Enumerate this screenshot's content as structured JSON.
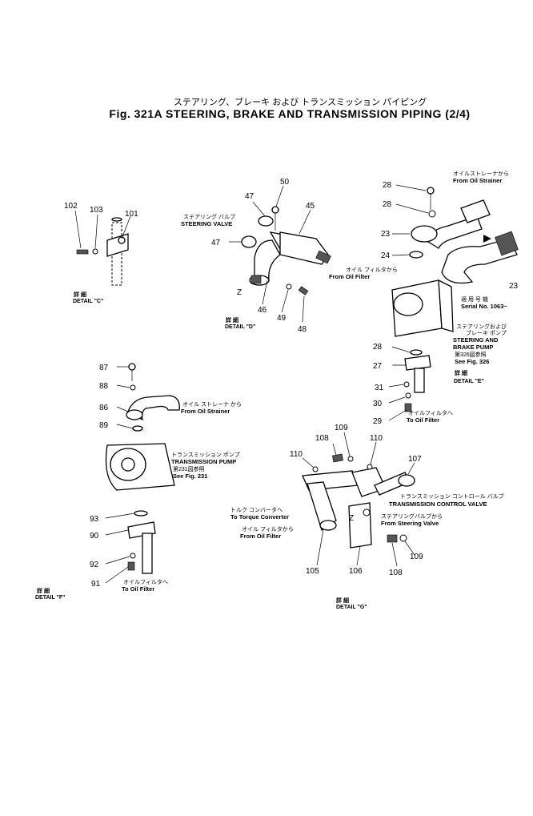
{
  "title": {
    "jp": "ステアリング、ブレーキ および トランスミッション パイピング",
    "en": "Fig. 321A STEERING, BRAKE AND TRANSMISSION PIPING (2/4)"
  },
  "details": {
    "c": {
      "jp": "詳 細",
      "en": "DETAIL \"C\""
    },
    "d": {
      "jp": "詳 細",
      "en": "DETAIL \"D\""
    },
    "e": {
      "jp": "詳 細",
      "en": "DETAIL \"E\""
    },
    "f": {
      "jp": "詳 細",
      "en": "DETAIL \"F\""
    },
    "g": {
      "jp": "詳 細",
      "en": "DETAIL \"G\""
    }
  },
  "part_numbers": {
    "n102": "102",
    "n103": "103",
    "n101": "101",
    "n50": "50",
    "n47a": "47",
    "n45": "45",
    "n47b": "47",
    "n46": "46",
    "n49": "49",
    "n48": "48",
    "n28a": "28",
    "n28b": "28",
    "n23a": "23",
    "n24": "24",
    "n23b": "23",
    "n28c": "28",
    "n27": "27",
    "n31": "31",
    "n30": "30",
    "n29": "29",
    "n87": "87",
    "n88": "88",
    "n86": "86",
    "n89": "89",
    "n93": "93",
    "n90": "90",
    "n92": "92",
    "n91": "91",
    "n108a": "108",
    "n109a": "109",
    "n110a": "110",
    "n110b": "110",
    "n107": "107",
    "n105": "105",
    "n106": "106",
    "n108b": "108",
    "n109b": "109"
  },
  "letters": {
    "z_d": "Z",
    "z_g": "Z"
  },
  "labels": {
    "steering_valve": {
      "jp": "ステアリング バルブ",
      "en": "STEERING VALVE"
    },
    "from_oil_filter_d": {
      "jp": "オイル フィルタから",
      "en": "From Oil Filter"
    },
    "from_oil_strainer_e": {
      "jp": "オイルストレーナから",
      "en": "From Oil Strainer"
    },
    "serial_no": {
      "jp": "適 用 号 機",
      "en": "Serial No. 1063~"
    },
    "steering_brake_pump": {
      "jp1": "ステアリングおよび",
      "jp2": "ブレーキ ポンプ",
      "en1": "STEERING AND",
      "en2": "BRAKE PUMP",
      "jp3": "第326図参照",
      "en3": "See Fig. 326"
    },
    "to_oil_filter_e": {
      "jp": "オイルフィルタへ",
      "en": "To Oil Filter"
    },
    "from_oil_strainer_f": {
      "jp": "オイル ストレーナ から",
      "en": "From Oil Strainer"
    },
    "transmission_pump": {
      "jp": "トランスミッション ポンプ",
      "en": "TRANSMISSION PUMP",
      "jp2": "第231図参照",
      "en2": "See Fig. 231"
    },
    "to_oil_filter_f": {
      "jp": "オイルフィルタへ",
      "en": "To Oil Filter"
    },
    "transmission_control_valve": {
      "jp": "トランスミッション コントロール バルブ",
      "en": "TRANSMISSION CONTROL VALVE"
    },
    "from_steering_valve": {
      "jp": "ステアリングバルブから",
      "en": "From Steering Valve"
    },
    "to_torque_converter": {
      "jp": "トルク コンバータへ",
      "en": "To Torque Converter"
    },
    "from_oil_filter_g": {
      "jp": "オイル フィルタから",
      "en": "From Oil Filter"
    }
  }
}
